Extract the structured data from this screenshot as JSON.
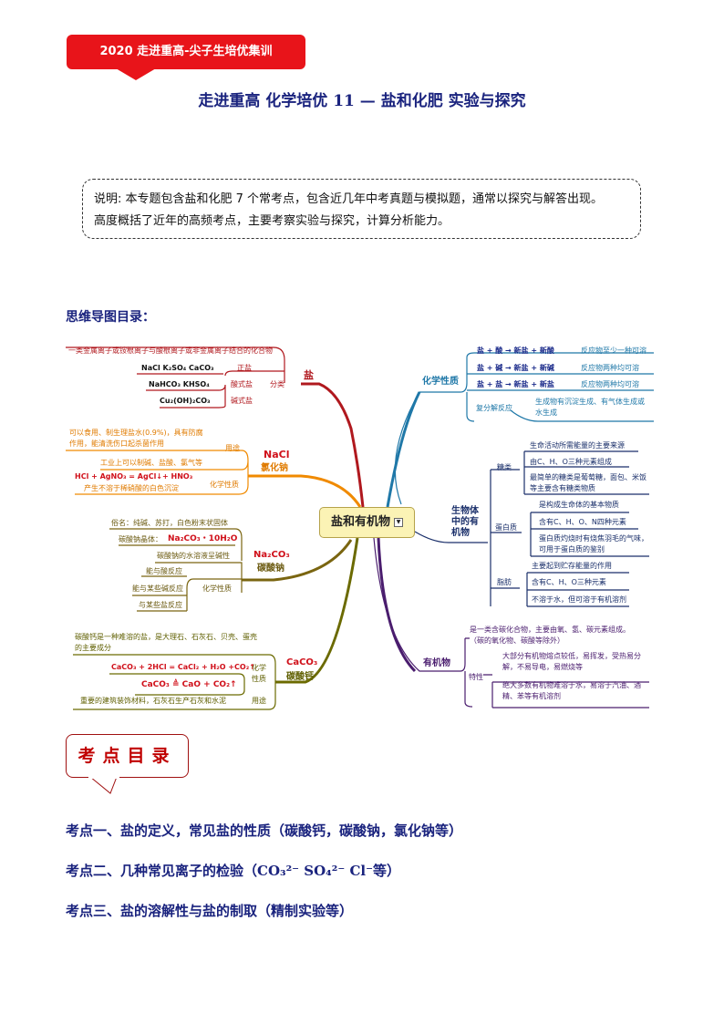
{
  "header": {
    "banner": "2020 走进重高-尖子生培优集训",
    "title": "走进重高 化学培优 11 — 盐和化肥 实验与探究"
  },
  "note": {
    "line1": "说明: 本专题包含盐和化肥 7 个常考点，包含近几年中考真题与模拟题，通常以探究与解答出现。",
    "line2": "高度概括了近年的高频考点，主要考察实验与探究，计算分析能力。"
  },
  "mindmap_heading": "思维导图目录：",
  "mindmap": {
    "center": "盐和有机物",
    "colors": {
      "salt": "#b0181e",
      "nacl": "#f08a00",
      "na2co3": "#7a6510",
      "caco3": "#6b6a00",
      "chem": "#1f78a8",
      "bio": "#1a2f6a",
      "organic": "#4a1d6e"
    },
    "salt": {
      "label": "盐",
      "definition": "一类金属离子或铵根离子与酸根离子或非金属离子结合的化合物",
      "classify": "分类",
      "normal": {
        "examples": "NaCl    K₂SO₄   CaCO₃",
        "label": "正盐"
      },
      "acid": {
        "examples": "NaHCO₃    KHSO₄",
        "label": "酸式盐"
      },
      "basic": {
        "examples": "Cu₂(OH)₂CO₃",
        "label": "碱式盐"
      }
    },
    "nacl": {
      "label1": "NaCl",
      "label2": "氯化钠",
      "use": "用途",
      "use_text1": "可以食用、制生理盐水(0.9%)，具有防腐",
      "use_text2": "作用，能清洗伤口起杀菌作用",
      "industry": "工业上可以制碱、盐酸、氯气等",
      "chem": "化学性质",
      "equation": "HCl + AgNO₃ = AgCl↓+ HNO₃",
      "precip": "产生不溶于稀硝酸的白色沉淀"
    },
    "na2co3": {
      "label1": "Na₂CO₃",
      "label2": "碳酸钠",
      "alias": "俗名：纯碱、苏打，白色粉末状固体",
      "crystal_label": "碳酸钠晶体：",
      "crystal": "Na₂CO₃・10H₂O",
      "alkaline": "碳酸钠的水溶液呈碱性",
      "chem": "化学性质",
      "r1": "能与酸反应",
      "r2": "能与某些碱反应",
      "r3": "与某些盐反应"
    },
    "caco3": {
      "label1": "CaCO₃",
      "label2": "碳酸钙",
      "desc1": "碳酸钙是一种难溶的盐，是大理石、石灰石、贝壳、蛋壳",
      "desc2": "的主要成分",
      "chem1": "化学",
      "chem2": "性质",
      "eq1": "CaCO₃ + 2HCl = CaCl₂ + H₂O +CO₂↑",
      "eq2": "CaCO₃ ≜ CaO  +  CO₂↑",
      "use": "用途",
      "use_text": "重要的建筑装饰材料，石灰石生产石灰和水泥"
    },
    "chem": {
      "label": "化学性质",
      "rows": [
        {
          "eq": "盐 + 酸 → 新盐 + 新酸",
          "note": "反应物至少一种可溶"
        },
        {
          "eq": "盐 + 碱 → 新盐 + 新碱",
          "note": "反应物两种均可溶"
        },
        {
          "eq": "盐 + 盐 → 新盐 + 新盐",
          "note": "反应物两种均可溶"
        }
      ],
      "double": "复分解反应",
      "double_text1": "生成物有沉淀生成、有气体生成或",
      "double_text2": "水生成"
    },
    "bio": {
      "label1": "生物体",
      "label2": "中的有",
      "label3": "机物",
      "sugar": {
        "label": "糖类",
        "items": [
          "生命活动所需能量的主要来源",
          "由C、H、O三种元素组成",
          "最简单的糖类是葡萄糖，面包、米饭",
          "等主要含有糖类物质"
        ]
      },
      "protein": {
        "label": "蛋白质",
        "items": [
          "是构成生命体的基本物质",
          "含有C、H、O、N四种元素",
          "蛋白质灼烧时有烧焦羽毛的气味，",
          "可用于蛋白质的鉴别"
        ]
      },
      "fat": {
        "label": "脂肪",
        "items": [
          "主要起到贮存能量的作用",
          "含有C、H、O三种元素",
          "不溶于水，但可溶于有机溶剂"
        ]
      }
    },
    "organic": {
      "label": "有机物",
      "def1": "是一类含碳化合物，主要由氧、氢、碳元素组成。",
      "def2": "（碳的氧化物、碳酸等除外）",
      "trait": "特性",
      "t1a": "大部分有机物熔点较低，易挥发，受热易分",
      "t1b": "解，不易导电，易燃烧等",
      "t2a": "绝大多数有机物难溶于水，易溶于汽油、酒",
      "t2b": "精、苯等有机溶剂"
    }
  },
  "callout": "考点目录",
  "toc": [
    {
      "text": "考点一、盐的定义，常见盐的性质（碳酸钙，碳酸钠，氯化钠等）"
    },
    {
      "text": "考点二、几种常见离子的检验（CO₃²⁻   SO₄²⁻    Cl⁻等）"
    },
    {
      "text": "考点三、盐的溶解性与盐的制取（精制实验等）"
    }
  ]
}
